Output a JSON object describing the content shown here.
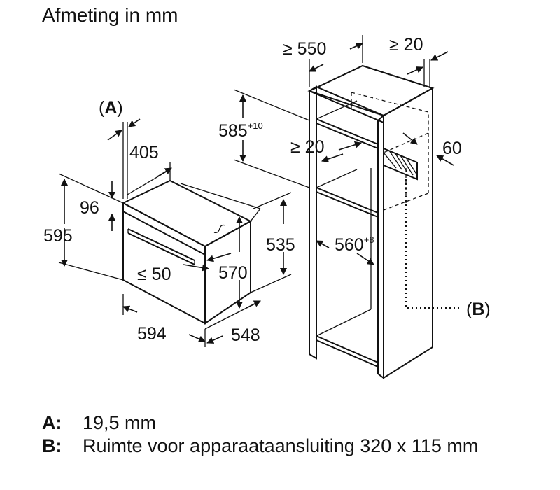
{
  "title": "Afmeting in mm",
  "dimensions": {
    "oven_depth_a": "405",
    "panel_96": "96",
    "oven_height": "595",
    "overhang": "≤ 50",
    "oven_570": "570",
    "oven_535": "535",
    "oven_width": "594",
    "oven_depth": "548",
    "callout_a": "A",
    "cab_depth": "≥ 550",
    "cab_top_gap": "≥ 20",
    "niche_height": "585",
    "niche_height_tol": "+10",
    "niche_gap": "≥ 20",
    "rear_60": "60",
    "niche_width": "560",
    "niche_width_tol": "+8",
    "callout_b": "B"
  },
  "legend": [
    {
      "key": "A:",
      "text": "19,5 mm"
    },
    {
      "key": "B:",
      "text": "Ruimte voor apparaataansluiting 320 x 115 mm"
    }
  ]
}
